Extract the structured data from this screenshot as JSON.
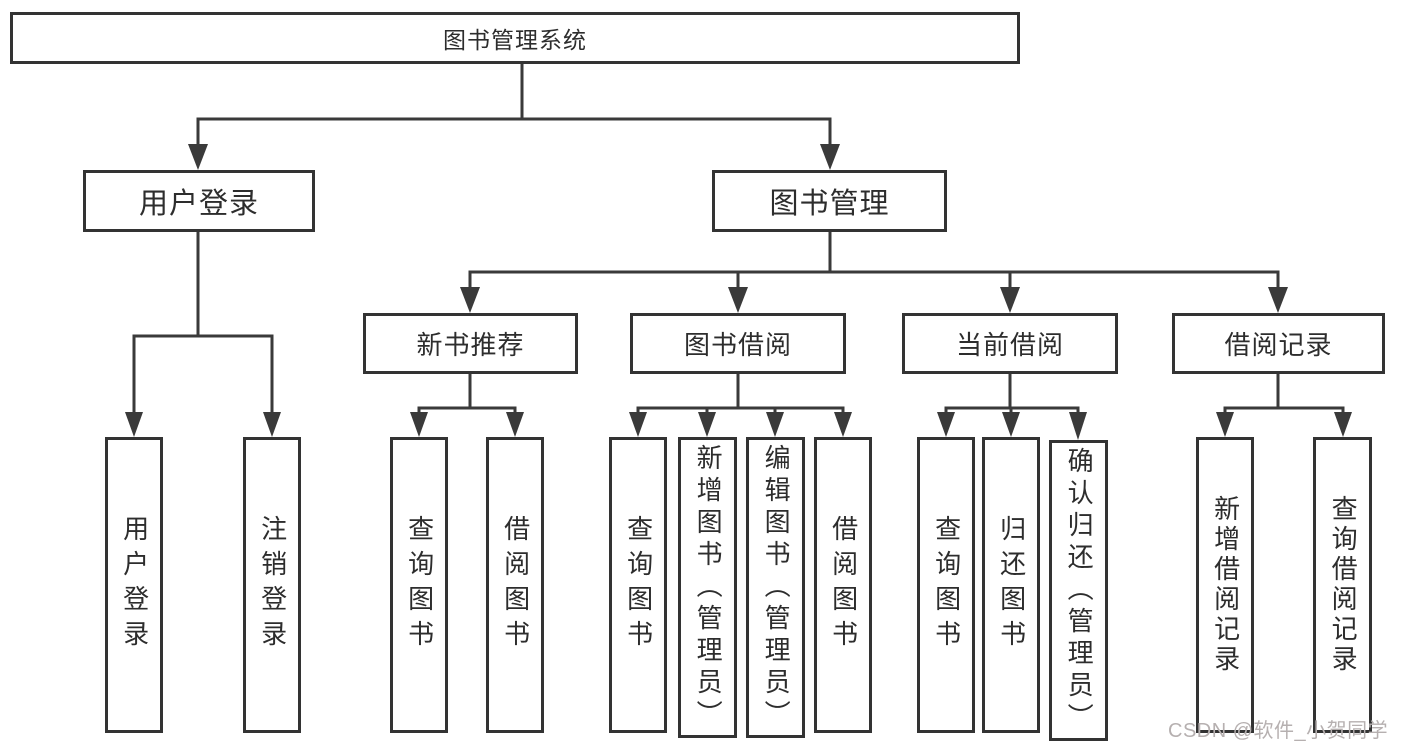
{
  "colors": {
    "line": "#3a3a3a",
    "border": "#333333",
    "text": "#2d2d2d",
    "background": "#ffffff",
    "watermark": "#b6b0b0"
  },
  "watermark": "CSDN @软件_小贺同学",
  "diagram": {
    "type": "hierarchy-tree",
    "root": {
      "label": "图书管理系统"
    },
    "branches": [
      {
        "label": "用户登录",
        "children": [
          {
            "label": "用户登录"
          },
          {
            "label": "注销登录"
          }
        ]
      },
      {
        "label": "图书管理",
        "children": [
          {
            "label": "新书推荐",
            "children": [
              {
                "label": "查询图书"
              },
              {
                "label": "借阅图书"
              }
            ]
          },
          {
            "label": "图书借阅",
            "children": [
              {
                "label": "查询图书"
              },
              {
                "label": "新增图书（管理员）"
              },
              {
                "label": "编辑图书（管理员）"
              },
              {
                "label": "借阅图书"
              }
            ]
          },
          {
            "label": "当前借阅",
            "children": [
              {
                "label": "查询图书"
              },
              {
                "label": "归还图书"
              },
              {
                "label": "确认归还（管理员）"
              }
            ]
          },
          {
            "label": "借阅记录",
            "children": [
              {
                "label": "新增借阅记录"
              },
              {
                "label": "查询借阅记录"
              }
            ]
          }
        ]
      }
    ]
  }
}
